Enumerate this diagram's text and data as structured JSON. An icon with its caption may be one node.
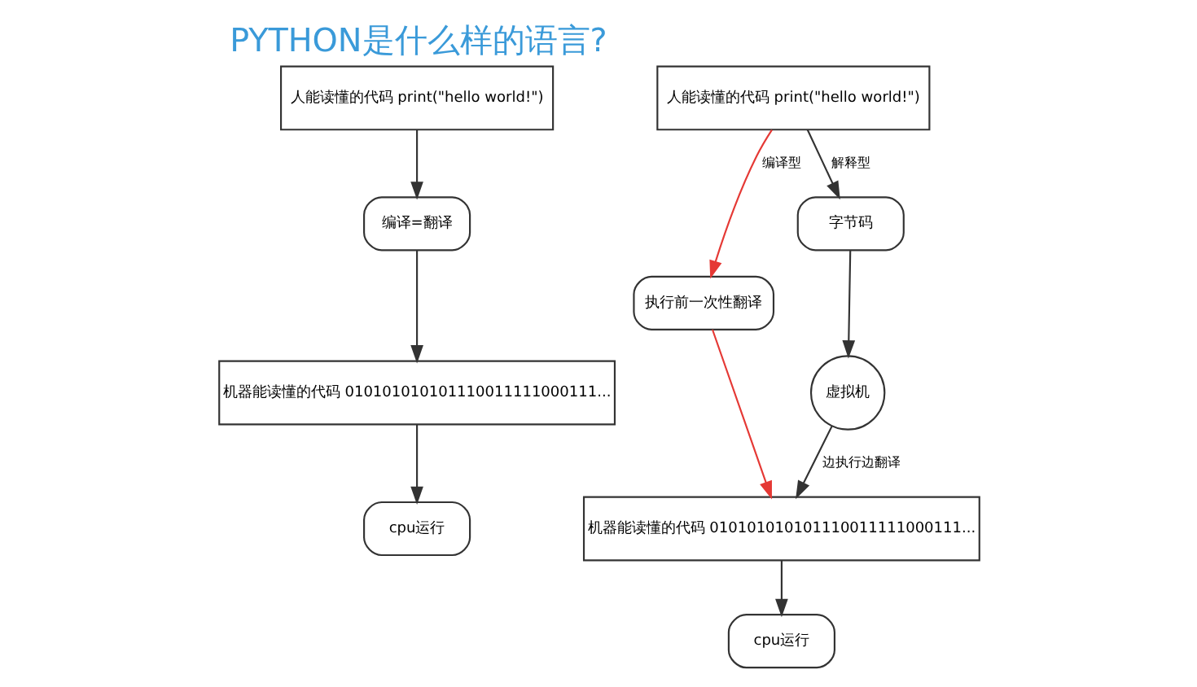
{
  "diagram": {
    "title": "PYTHON是什么样的语言?",
    "nodes": [
      {
        "text": [
          "人能读懂的代码 print(\"hello world!\")"
        ]
      },
      {
        "text": [
          "编译=翻译"
        ]
      },
      {
        "text": [
          "机器能读懂的代码 010101010101110011111000111..."
        ]
      },
      {
        "text": [
          "cpu运行"
        ]
      },
      {
        "text": [
          "人能读懂的代码 print(\"hello world!\")"
        ]
      },
      {
        "text": [
          "执行前一次性翻译"
        ]
      },
      {
        "text": [
          "字节码"
        ]
      },
      {
        "text": [
          "虚拟机"
        ]
      },
      {
        "text": [
          "机器能读懂的代码 010101010101110011111000111..."
        ]
      },
      {
        "text": [
          "cpu运行"
        ]
      }
    ],
    "edges": [
      {
        "from": 0,
        "to": 1,
        "arrow": "to"
      },
      {
        "from": 1,
        "to": 2,
        "arrow": "to"
      },
      {
        "from": 2,
        "to": 3,
        "arrow": "to"
      },
      {
        "from": 4,
        "to": 5,
        "arrow": "to",
        "label": "编译型",
        "color": "#e53935"
      },
      {
        "from": 4,
        "to": 6,
        "arrow": "to",
        "label": "解释型"
      },
      {
        "from": 5,
        "to": 8,
        "arrow": "to",
        "color": "#e53935"
      },
      {
        "from": 6,
        "to": 7,
        "arrow": "to"
      },
      {
        "from": 7,
        "to": 8,
        "arrow": "to",
        "label": "边执行边翻译"
      },
      {
        "from": 8,
        "to": 9,
        "arrow": "to"
      }
    ]
  }
}
